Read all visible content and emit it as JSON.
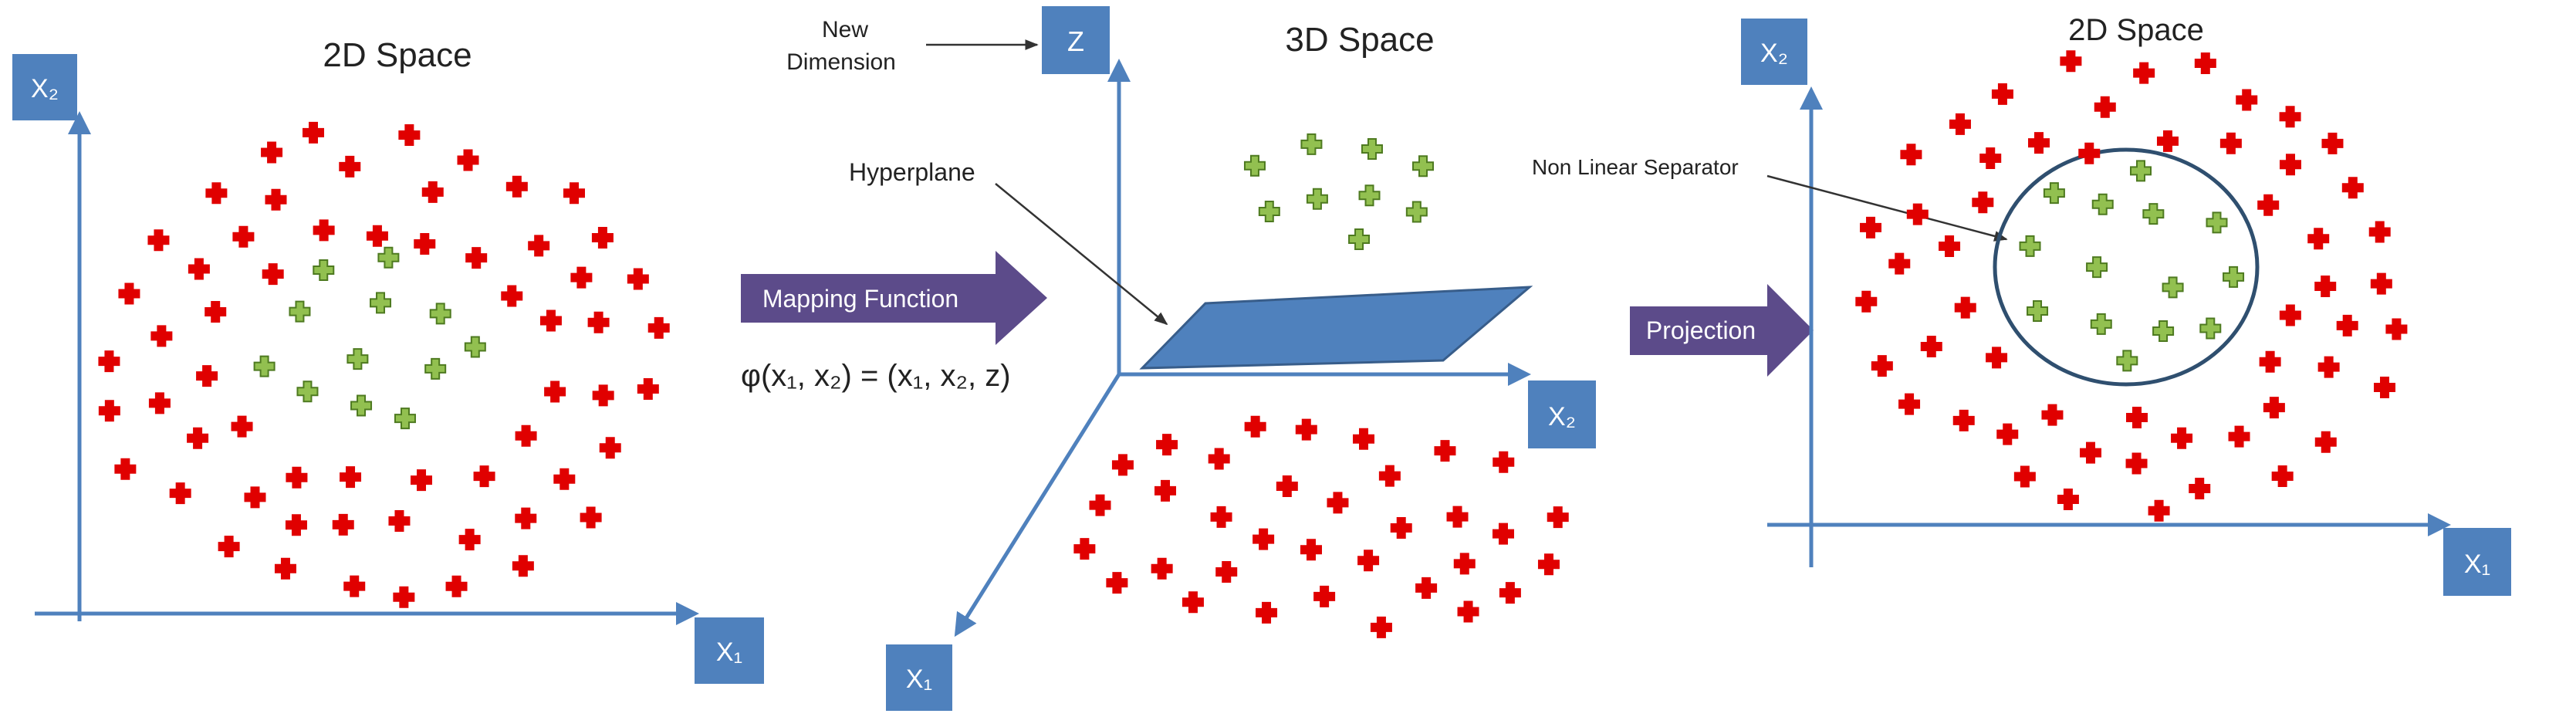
{
  "panels": {
    "left": {
      "title": "2D Space",
      "y_axis_label": "X₂",
      "x_axis_label": "X₁"
    },
    "middle": {
      "title": "3D Space",
      "z_axis_label": "Z",
      "x2_axis_label": "X₂",
      "x1_axis_label": "X₁",
      "new_dimension_line1": "New",
      "new_dimension_line2": "Dimension",
      "hyperplane_label": "Hyperplane",
      "mapping_arrow_label": "Mapping Function",
      "mapping_formula": "φ(x₁, x₂) = (x₁, x₂, z)"
    },
    "right": {
      "title": "2D Space",
      "y_axis_label": "X₂",
      "x_axis_label": "X₁",
      "separator_label": "Non Linear Separator",
      "projection_arrow_label": "Projection"
    }
  },
  "colors": {
    "axis": "#4F81BD",
    "axis_label_box": "#4F81BD",
    "hyperplane_fill": "#4F81BD",
    "hyperplane_stroke": "#385D8A",
    "red_marker": "#E00000",
    "green_marker": "#92C050",
    "green_marker_stroke": "#4E7A20",
    "arrow_fill": "#5C4B8A",
    "separator_stroke": "#2F4F6F",
    "text": "#222222"
  },
  "icons": {
    "red_point": "red-plus-icon",
    "green_point": "green-plus-icon"
  }
}
